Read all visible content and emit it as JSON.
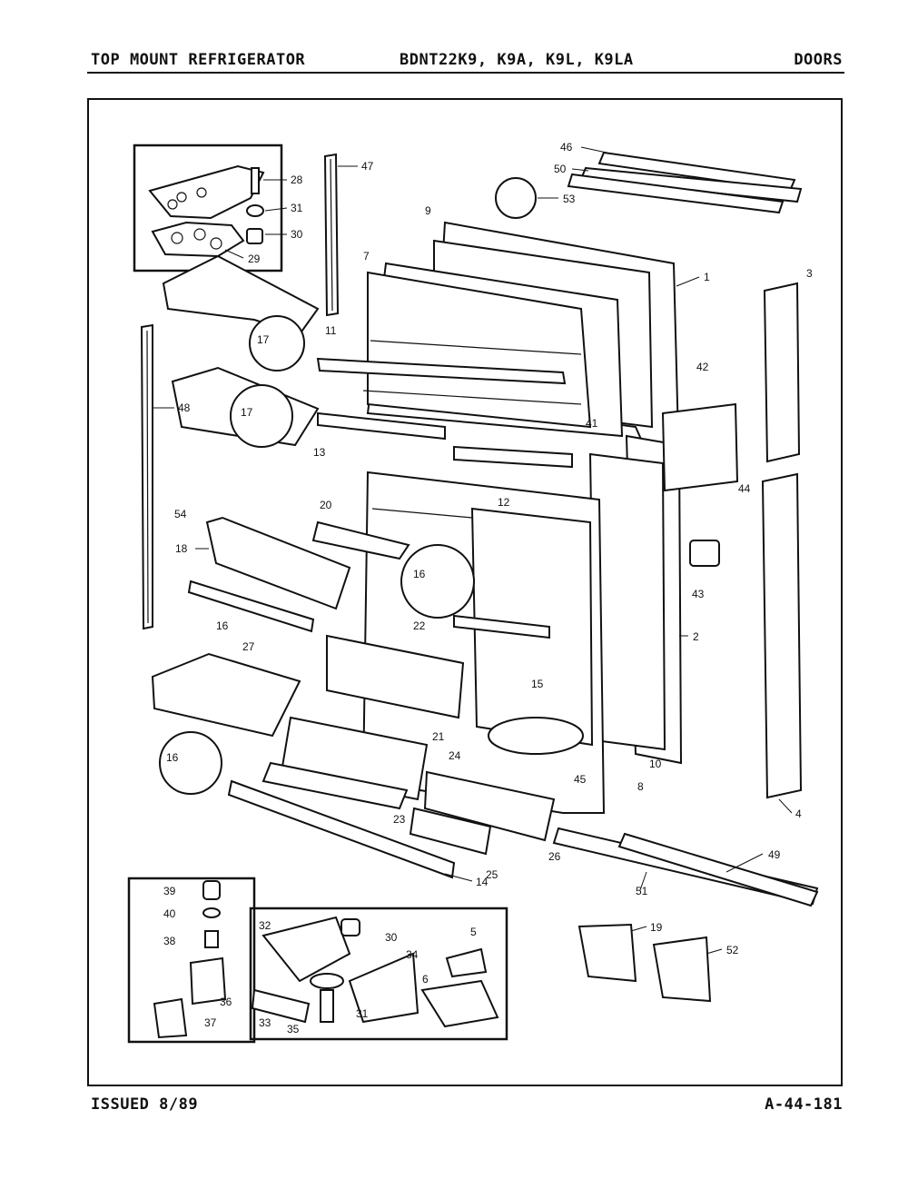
{
  "header": {
    "left": "TOP MOUNT REFRIGERATOR",
    "center": "BDNT22K9, K9A, K9L, K9LA",
    "right": "DOORS"
  },
  "footer": {
    "left": "ISSUED 8/89",
    "right": "A-44-181"
  },
  "callouts": [
    "1",
    "2",
    "3",
    "4",
    "5",
    "6",
    "7",
    "8",
    "9",
    "10",
    "11",
    "12",
    "13",
    "14",
    "15",
    "16",
    "16",
    "16",
    "17",
    "17",
    "18",
    "19",
    "20",
    "21",
    "22",
    "23",
    "24",
    "25",
    "26",
    "27",
    "28",
    "29",
    "30",
    "30",
    "31",
    "31",
    "32",
    "33",
    "34",
    "35",
    "36",
    "37",
    "38",
    "39",
    "40",
    "41",
    "42",
    "43",
    "44",
    "45",
    "46",
    "47",
    "48",
    "49",
    "50",
    "51",
    "52",
    "53",
    "54"
  ]
}
